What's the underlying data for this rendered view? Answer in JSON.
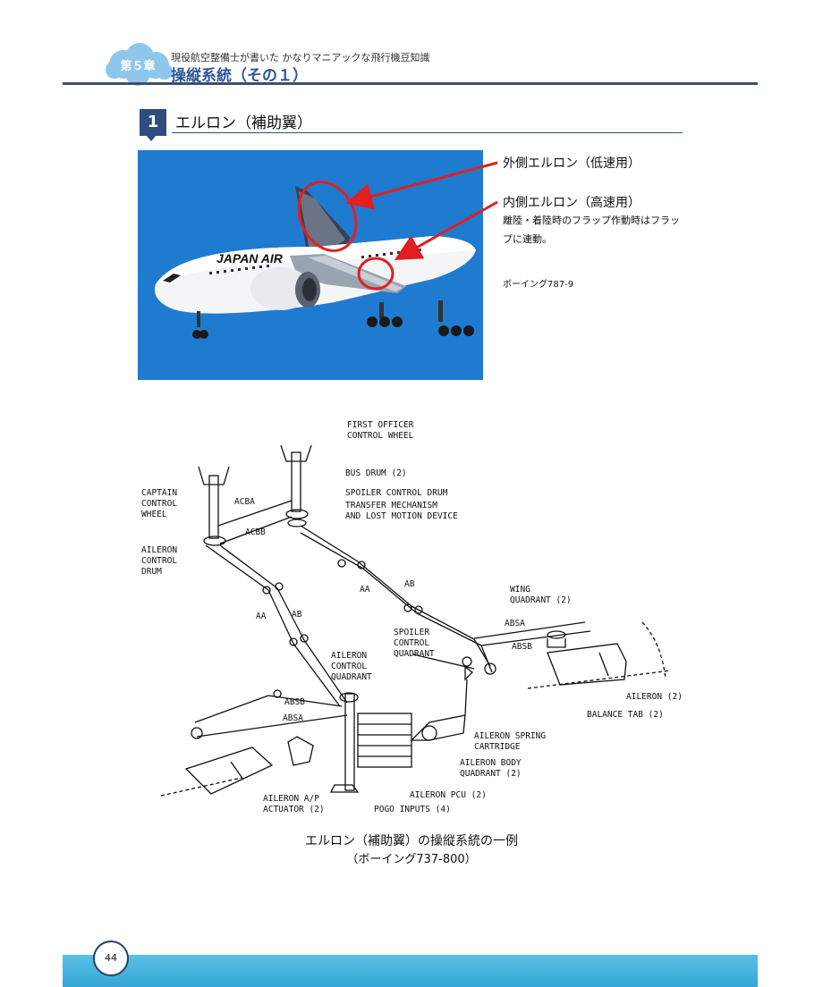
{
  "header": {
    "chapter_badge": "第５章",
    "series_title": "現役航空整備士が書いた かなりマニアックな飛行機豆知識",
    "chapter_title": "操縦系統（その１）"
  },
  "section": {
    "number": "1",
    "title": "エルロン（補助翼）"
  },
  "photo_annotations": {
    "outer_aileron": "外側エルロン（低速用）",
    "inner_aileron": "内側エルロン（高速用）",
    "inner_note_line1": "離陸・着陸時のフラップ作動時はフラッ",
    "inner_note_line2": "プに連動。",
    "aircraft_model": "ボーイング787-9",
    "fuselage_text": "JAPAN AIR"
  },
  "diagram": {
    "labels": {
      "first_officer_1": "FIRST OFFICER",
      "first_officer_2": "CONTROL WHEEL",
      "bus_drum": "BUS DRUM (2)",
      "spoiler_control_drum": "SPOILER CONTROL DRUM",
      "transfer_1": "TRANSFER MECHANISM",
      "transfer_2": "AND LOST MOTION DEVICE",
      "captain_1": "CAPTAIN",
      "captain_2": "CONTROL",
      "captain_3": "WHEEL",
      "acba": "ACBA",
      "acbb": "ACBB",
      "ail_drum_1": "AILERON",
      "ail_drum_2": "CONTROL",
      "ail_drum_3": "DRUM",
      "aa_left": "AA",
      "ab_left": "AB",
      "aa_right": "AA",
      "ab_right": "AB",
      "wing_quad_1": "WING",
      "wing_quad_2": "QUADRANT (2)",
      "absa_right": "ABSA",
      "absb_right": "ABSB",
      "spoiler_quad_1": "SPOILER",
      "spoiler_quad_2": "CONTROL",
      "spoiler_quad_3": "QUADRANT",
      "ail_quad_1": "AILERON",
      "ail_quad_2": "CONTROL",
      "ail_quad_3": "QUADRANT",
      "absb_left": "ABSB",
      "absa_left": "ABSA",
      "aileron": "AILERON (2)",
      "balance_tab": "BALANCE TAB (2)",
      "spring_1": "AILERON SPRING",
      "spring_2": "CARTRIDGE",
      "body_quad_1": "AILERON BODY",
      "body_quad_2": "QUADRANT (2)",
      "pcu": "AILERON PCU (2)",
      "pogo": "POGO INPUTS (4)",
      "ap_1": "AILERON A/P",
      "ap_2": "ACTUATOR (2)"
    }
  },
  "caption": {
    "line1": "エルロン（補助翼）の操縦系統の一例",
    "line2": "（ボーイング737-800）"
  },
  "footer": {
    "page_number": "44"
  },
  "colors": {
    "header_blue": "#2f5597",
    "badge_cloud": "#8ec6ec",
    "arrow_red": "#e02020",
    "footer_bar": "#3aaedd"
  }
}
